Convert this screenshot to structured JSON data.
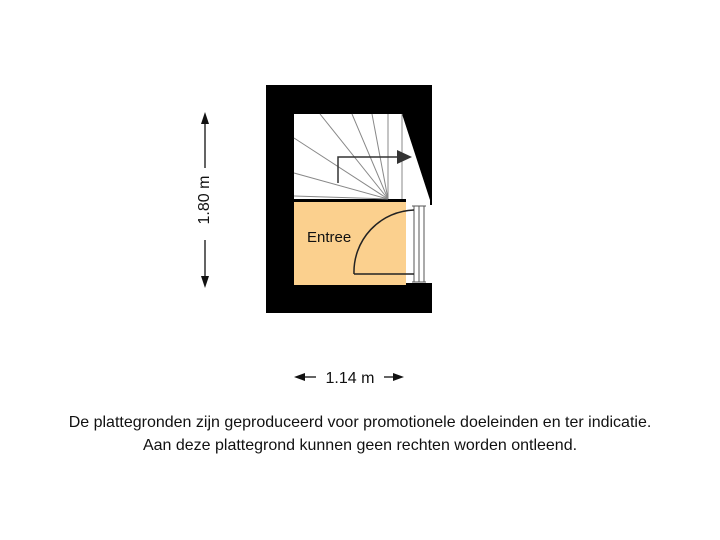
{
  "floorplan": {
    "room_label": "Entree",
    "dimensions": {
      "height_label": "1.80 m",
      "width_label": "1.14 m"
    },
    "colors": {
      "wall": "#000000",
      "room_fill": "#fbd08e",
      "floor": "#ffffff",
      "line": "#444444"
    }
  },
  "disclaimer": {
    "line1": "De plattegronden zijn geproduceerd voor promotionele doeleinden en ter indicatie.",
    "line2": "Aan deze plattegrond kunnen geen rechten worden ontleend."
  }
}
